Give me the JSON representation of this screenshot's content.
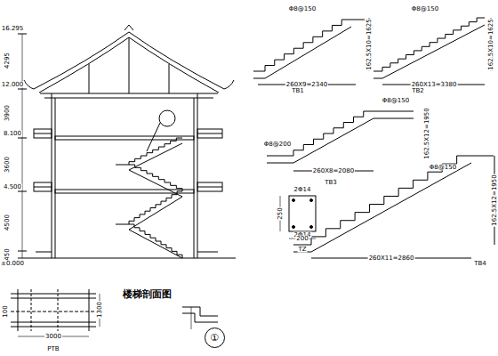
{
  "diagram": {
    "title": "楼梯剖面图",
    "nodes": [
      {
        "text": [
          "①"
        ]
      }
    ],
    "labels": [
      "4295",
      "3900",
      "3600",
      "4500",
      "450",
      "16.295",
      "12.000",
      "8.100",
      "4.500",
      "±0.000",
      "TB1",
      "TB2",
      "TB3",
      "TB4",
      "TZ",
      "PTB",
      "260X9=2340",
      "260X13=3380",
      "162.5X10=1625",
      "162.5X10=1625",
      "260X8=2080",
      "260X11=2860",
      "162.5X12=1950",
      "162.5X12=1950",
      "Φ8@150",
      "Φ8@150",
      "Φ8@200",
      "Φ8@150",
      "Φ8@150",
      "2Φ14",
      "2Φ14",
      "200",
      "250",
      "3000",
      "1300",
      "100"
    ]
  }
}
